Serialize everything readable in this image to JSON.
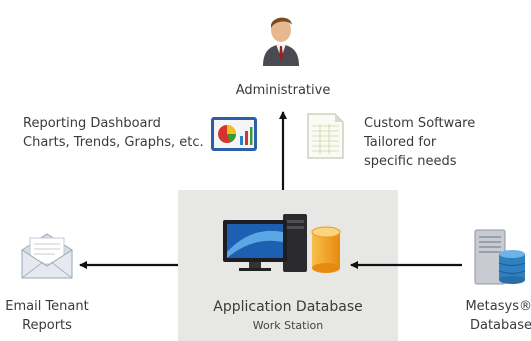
{
  "nodes": {
    "administrative": {
      "label": "Administrative"
    },
    "reporting": {
      "line1": "Reporting Dashboard",
      "line2": "Charts, Trends, Graphs, etc."
    },
    "custom_software": {
      "line1": "Custom Software",
      "line2": "Tailored for",
      "line3": "specific needs"
    },
    "email": {
      "line1": "Email Tenant",
      "line2": "Reports"
    },
    "application": {
      "title": "Application Database",
      "subtitle": "Work Station"
    },
    "metasys": {
      "line1": "Metasys®",
      "line2": "Database"
    }
  },
  "icons": [
    "businessman-icon",
    "dashboard-chart-icon",
    "spreadsheet-icon",
    "envelope-icon",
    "workstation-icon",
    "database-cylinder-icon",
    "server-database-icon"
  ],
  "colors": {
    "center_box": "#e7e7e5",
    "arrow": "#111111",
    "db_orange": "#f2a21a",
    "db_blue": "#2f80c0"
  }
}
